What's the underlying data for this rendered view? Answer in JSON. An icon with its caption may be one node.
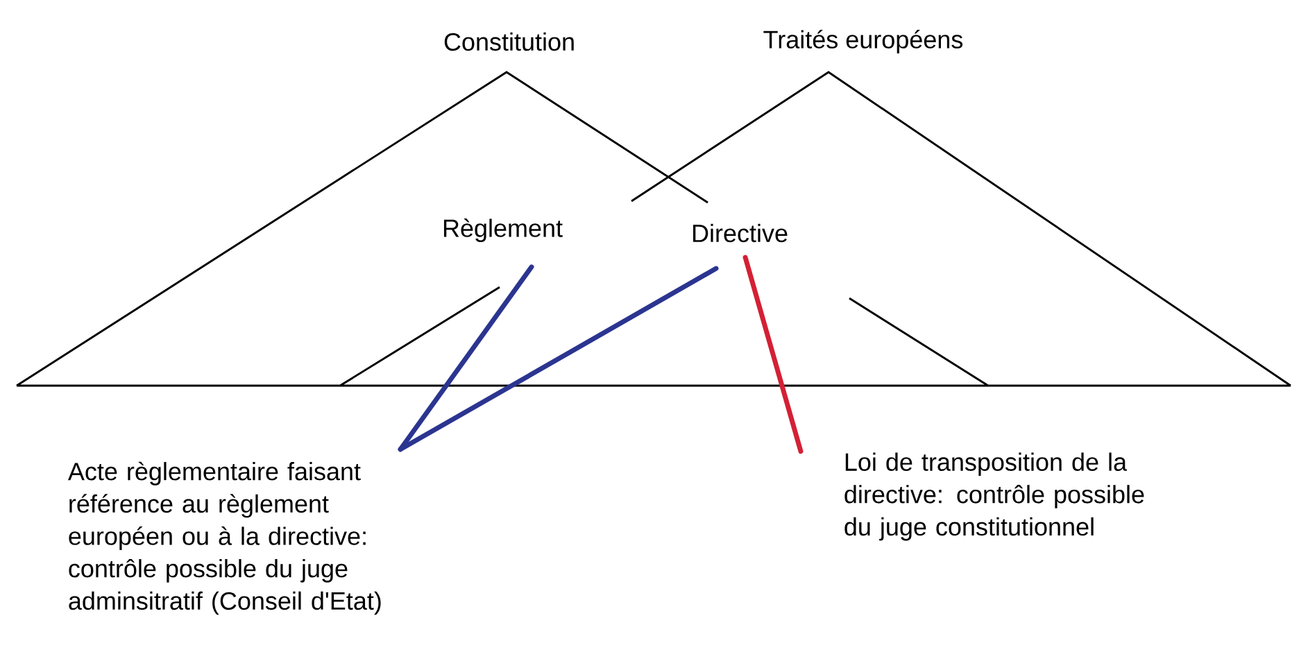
{
  "diagram": {
    "nodes": [
      {
        "text": [
          "Constitution"
        ]
      },
      {
        "text": [
          "Traités européens"
        ]
      },
      {
        "text": [
          "Règlement"
        ]
      },
      {
        "text": [
          "Directive"
        ]
      },
      {
        "text": [
          "Acte règlementaire faisant référence au règlement européen ou à la directive: contrôle possible du juge adminsitratif (Conseil d'Etat)"
        ]
      },
      {
        "text": [
          "Loi de transposition de la directive: contrôle possible du juge constitutionnel"
        ]
      }
    ],
    "edges": [
      {
        "from": 2,
        "to": 4,
        "arrow": "none"
      },
      {
        "from": 3,
        "to": 4,
        "arrow": "none"
      },
      {
        "from": 3,
        "to": 5,
        "arrow": "none",
        "color": "#d42034"
      }
    ]
  }
}
